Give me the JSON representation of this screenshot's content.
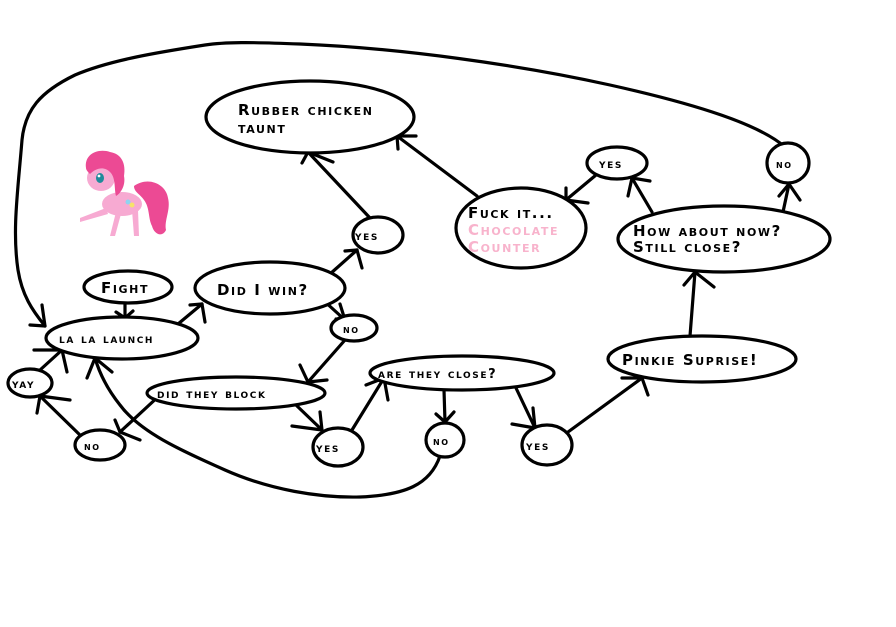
{
  "title": "Pinkie Pie combo flowchart",
  "colors": {
    "ink": "#000000",
    "background": "#ffffff",
    "highlight_text": "#f8b3cc",
    "pony_body": "#f5a9cf",
    "pony_mane": "#e8408c"
  },
  "illustration": {
    "name": "pinkie-pie-pony",
    "label": "Pinkie Pie"
  },
  "nodes": {
    "rubber_chicken": {
      "lines": [
        "Rubber chicken",
        "taunt"
      ]
    },
    "fight": {
      "lines": [
        "Fight"
      ]
    },
    "la_la_launch": {
      "lines": [
        "la la launch"
      ]
    },
    "did_i_win": {
      "lines": [
        "Did I win?"
      ]
    },
    "win_yes": {
      "lines": [
        "yes"
      ]
    },
    "win_no": {
      "lines": [
        "no"
      ]
    },
    "did_they_block": {
      "lines": [
        "did they block"
      ]
    },
    "block_yes": {
      "lines": [
        "yes"
      ]
    },
    "block_no": {
      "lines": [
        "no"
      ]
    },
    "yay": {
      "lines": [
        "yay"
      ]
    },
    "are_they_close": {
      "lines": [
        "are they close?"
      ]
    },
    "close_no": {
      "lines": [
        "no"
      ]
    },
    "close_yes": {
      "lines": [
        "yes"
      ]
    },
    "pinkie_suprise": {
      "lines": [
        "Pinkie Suprise!"
      ]
    },
    "how_about_now": {
      "lines": [
        "How about now?",
        "Still close?"
      ]
    },
    "now_yes": {
      "lines": [
        "yes"
      ]
    },
    "now_no": {
      "lines": [
        "no"
      ]
    },
    "chocolate_counter": {
      "lines": [
        "Fuck it...",
        "Chocolate",
        "Counter"
      ],
      "pink_lines": [
        1,
        2
      ]
    }
  },
  "edges": [
    {
      "from": "fight",
      "to": "la_la_launch"
    },
    {
      "from": "la_la_launch",
      "to": "did_i_win"
    },
    {
      "from": "did_i_win",
      "to": "win_yes"
    },
    {
      "from": "did_i_win",
      "to": "win_no"
    },
    {
      "from": "win_yes",
      "to": "rubber_chicken"
    },
    {
      "from": "win_no",
      "to": "did_they_block"
    },
    {
      "from": "did_they_block",
      "to": "block_no"
    },
    {
      "from": "did_they_block",
      "to": "block_yes"
    },
    {
      "from": "block_no",
      "to": "yay"
    },
    {
      "from": "yay",
      "to": "la_la_launch"
    },
    {
      "from": "block_yes",
      "to": "are_they_close"
    },
    {
      "from": "are_they_close",
      "to": "close_no"
    },
    {
      "from": "are_they_close",
      "to": "close_yes"
    },
    {
      "from": "close_no",
      "to": "la_la_launch"
    },
    {
      "from": "close_yes",
      "to": "pinkie_suprise"
    },
    {
      "from": "pinkie_suprise",
      "to": "how_about_now"
    },
    {
      "from": "how_about_now",
      "to": "now_yes"
    },
    {
      "from": "how_about_now",
      "to": "now_no"
    },
    {
      "from": "now_yes",
      "to": "chocolate_counter"
    },
    {
      "from": "chocolate_counter",
      "to": "rubber_chicken"
    },
    {
      "from": "now_no",
      "to": "la_la_launch"
    }
  ]
}
